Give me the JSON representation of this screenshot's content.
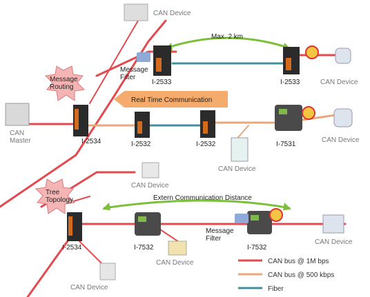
{
  "colors": {
    "bus_1m": "#e34a4f",
    "bus_500k": "#e8a87c",
    "fiber": "#3f8f9e",
    "arrow_green": "#7cbf3a",
    "banner_orange": "#f3a25b",
    "starburst": "#f5b5b5",
    "module_dark": "#2b2b2b",
    "module_orange": "#d46a1c"
  },
  "labels": {
    "can_device_top": "CAN Device",
    "max_distance": "Max. 2 km",
    "message_filter_1": "Message\nFilter",
    "i2533_left": "I-2533",
    "i2533_right": "I-2533",
    "can_device_right1": "CAN Device",
    "message_routing": "Message\nRouting",
    "real_time": "Real Time Communication",
    "can_master": "CAN\nMaster",
    "i2534_top": "I-2534",
    "i2532_left": "I-2532",
    "i2532_right": "I-2532",
    "i7531": "I-7531",
    "can_device_right2": "CAN Device",
    "can_device_mid": "CAN Device",
    "can_device_sensor": "CAN Device",
    "tree_topology": "Tree\nTopology",
    "extern_distance": "Extern Communication Distance",
    "i2534_bottom": "I-2534",
    "i7532_left": "I-7532",
    "message_filter_2": "Message\nFilter",
    "i7532_right": "I-7532",
    "can_device_right3": "CAN Device",
    "can_device_bottom_mid": "CAN Device",
    "can_device_bottom": "CAN Device"
  },
  "legend": [
    {
      "label": "CAN bus @ 1M bps",
      "color": "#e34a4f"
    },
    {
      "label": "CAN bus @ 500 kbps",
      "color": "#e8a87c"
    },
    {
      "label": "Fiber",
      "color": "#3f8f9e"
    }
  ]
}
